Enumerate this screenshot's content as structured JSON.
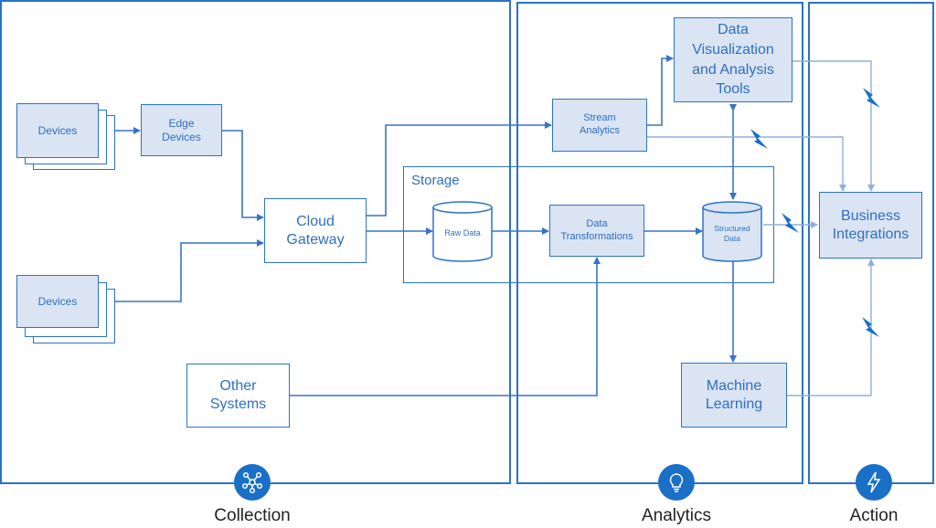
{
  "sections": {
    "collection": "Collection",
    "analytics": "Analytics",
    "action": "Action"
  },
  "storage": {
    "label": "Storage"
  },
  "nodes": {
    "devices_top": "Devices",
    "edge_devices": "Edge\nDevices",
    "devices_bottom": "Devices",
    "cloud_gateway": "Cloud\nGateway",
    "other_systems": "Other\nSystems",
    "raw_data": "Raw Data",
    "data_transformations": "Data\nTransformations",
    "structured_data": "Structured\nData",
    "stream_analytics": "Stream\nAnalytics",
    "data_visualization": "Data\nVisualization\nand Analysis\nTools",
    "machine_learning": "Machine\nLearning",
    "business_integrations": "Business\nIntegrations"
  },
  "icons": {
    "collection": "network-hub-icon",
    "analytics": "lightbulb-icon",
    "action": "lightning-bolt-icon",
    "event": "lightning-bolt-icon"
  },
  "colors": {
    "border": "#2b73c6",
    "node_fill": "#dae4f3",
    "text": "#2f6fc0",
    "badge": "#1a6fc7",
    "connector": "#3a72c9",
    "connector_light": "#8fb0dc",
    "bolt": "#1a6fc7"
  }
}
